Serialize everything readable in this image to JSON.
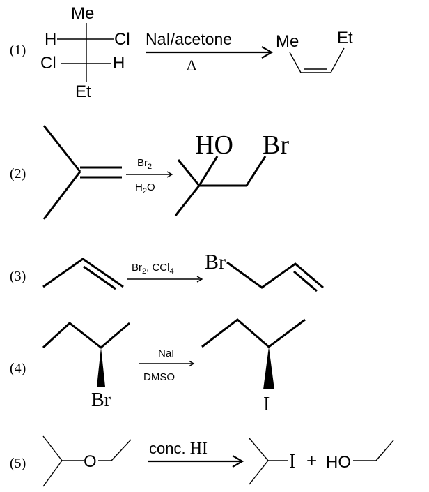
{
  "reactions": [
    {
      "number": "(1)",
      "fischer": {
        "top": "Me",
        "left_top": "H",
        "right_top": "Cl",
        "left_bottom": "Cl",
        "right_bottom": "H",
        "bottom": "Et"
      },
      "reagent_above": "NaI/acetone",
      "reagent_below": "Δ",
      "product_left": "Me",
      "product_right": "Et"
    },
    {
      "number": "(2)",
      "reagent_above": "Br2",
      "reagent_below": "H2O",
      "product_labels": {
        "ho": "HO",
        "br": "Br"
      }
    },
    {
      "number": "(3)",
      "reagent_above": "Br2, CCl4",
      "product_labels": {
        "br": "Br"
      }
    },
    {
      "number": "(4)",
      "reactant_label": "Br",
      "reagent_above": "NaI",
      "reagent_below": "DMSO",
      "product_label": "I"
    },
    {
      "number": "(5)",
      "reactant_label": "O",
      "reagent_above": "conc. HI",
      "product_i": "I",
      "plus": "+",
      "product_ho": "HO"
    }
  ]
}
